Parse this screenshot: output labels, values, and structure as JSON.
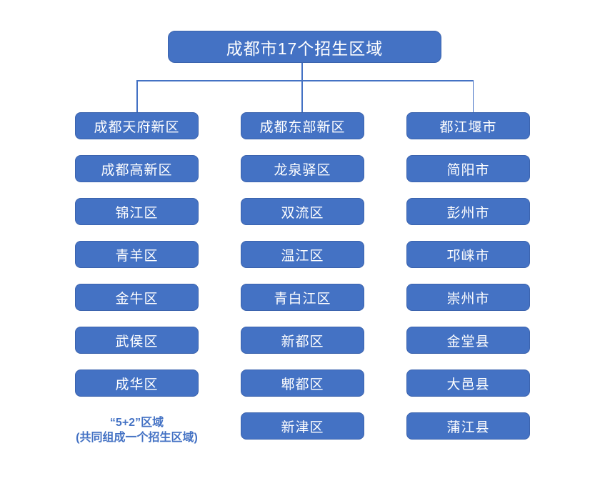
{
  "diagram": {
    "title": "成都市17个招生区域",
    "columns": [
      {
        "items": [
          "成都天府新区",
          "成都高新区",
          "锦江区",
          "青羊区",
          "金牛区",
          "武侯区",
          "成华区"
        ]
      },
      {
        "items": [
          "成都东部新区",
          "龙泉驿区",
          "双流区",
          "温江区",
          "青白江区",
          "新都区",
          "郫都区",
          "新津区"
        ]
      },
      {
        "items": [
          "都江堰市",
          "简阳市",
          "彭州市",
          "邛崃市",
          "崇州市",
          "金堂县",
          "大邑县",
          "蒲江县"
        ]
      }
    ],
    "note": {
      "line1": "“5+2”区域",
      "line2": "(共同组成一个招生区域)"
    },
    "colors": {
      "background": "#FFFFFF",
      "box_fill": "#4472C4",
      "box_border": "#3B63AD",
      "box_text": "#FFFFFF",
      "connector": "#4472C4",
      "note_text": "#4472C4"
    }
  }
}
